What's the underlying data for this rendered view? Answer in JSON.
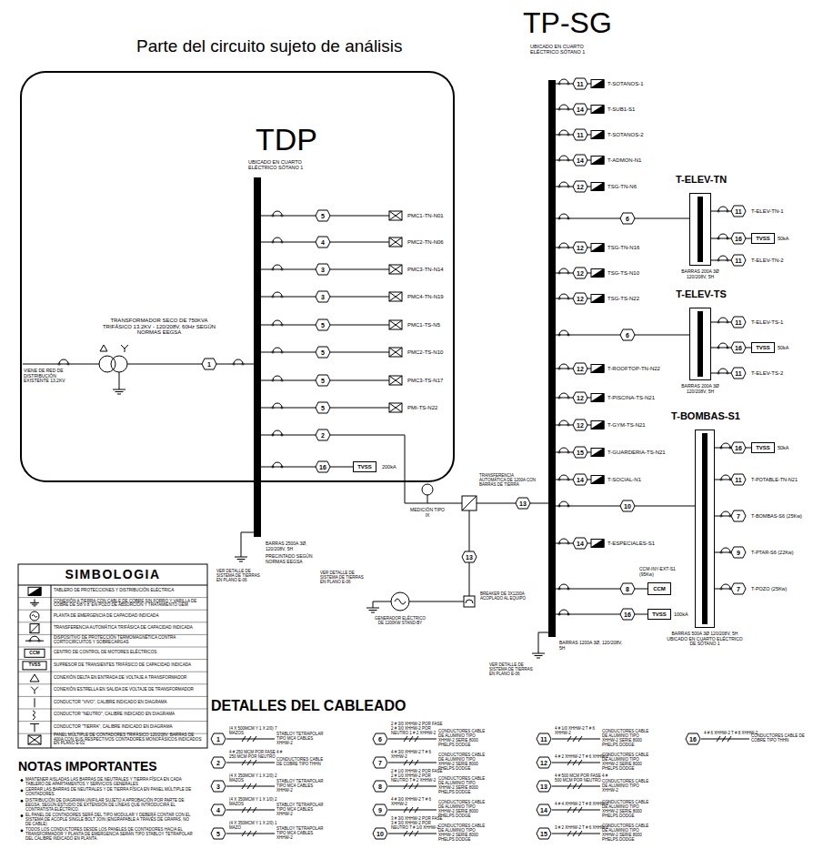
{
  "diagram": {
    "nodes": [
      {
        "text": [
          "Parte del circuito sujeto de análisis"
        ]
      },
      {
        "text": [
          "TDP",
          "UBICADO EN CUARTO ELÉCTRICO SÓTANO 1"
        ],
        "in": 0
      },
      {
        "text": [
          "TVSS"
        ],
        "in": 0
      },
      {
        "text": [
          "TP-SG",
          "UBICADO EN CUARTO ELÉCTRICO SÓTANO 1"
        ]
      },
      {
        "text": [
          "T-ELEV-TN"
        ]
      },
      {
        "text": [
          "TVSS"
        ]
      },
      {
        "text": [
          "T-ELEV-TS"
        ]
      },
      {
        "text": [
          "TVSS"
        ]
      },
      {
        "text": [
          "T-BOMBAS-S1"
        ]
      },
      {
        "text": [
          "TVSS"
        ]
      },
      {
        "text": [
          "CCM"
        ]
      },
      {
        "text": [
          "TVSS"
        ]
      }
    ],
    "edges": [
      {
        "from": 1,
        "to": 3,
        "label": "13",
        "arrow": "none"
      },
      {
        "from": 1,
        "to": 2,
        "label": "16",
        "arrow": "none"
      },
      {
        "from": 3,
        "to": 4,
        "label": "6",
        "arrow": "none"
      },
      {
        "from": 3,
        "to": 6,
        "label": "6",
        "arrow": "none"
      },
      {
        "from": 3,
        "to": 8,
        "label": "10",
        "arrow": "none"
      },
      {
        "from": 3,
        "to": 10,
        "label": "8",
        "arrow": "none"
      },
      {
        "from": 3,
        "to": 11,
        "label": "16",
        "arrow": "none"
      },
      {
        "from": 4,
        "to": 5,
        "label": "16",
        "arrow": "none"
      },
      {
        "from": 6,
        "to": 7,
        "label": "16",
        "arrow": "none"
      },
      {
        "from": 8,
        "to": 9,
        "label": "16",
        "arrow": "none"
      }
    ],
    "labels": [
      "5",
      "PMC1-TN-N01",
      "4",
      "PMC2-TN-N06",
      "3",
      "PMC3-TN-N14",
      "3",
      "PMC4-TN-N19",
      "5",
      "PMC1-TS-N5",
      "5",
      "PMC2-TS-N10",
      "5",
      "PMC3-TS-N17",
      "5",
      "PMI-TS-N22",
      "2",
      "200kA",
      "1",
      "VIENE DE RED DE DISTRIBUCIÓN EXISTENTE 13.2KV",
      "TRANSFORMADOR SECO DE 750KVA TRIFÁSICO 13.2KV - 120/208V, 60Hz SEGÚN NORMAS EEGSA",
      "BARRAS 2500A 3Ø, 120/208V, 5H",
      "PRECINTADO SEGÚN NORMAS EEGSA",
      "VER DETALLE DE SISTEMA DE TIERRAS EN PLANO E-06",
      "MEDICIÓN TIPO IX",
      "TRANSFERENCIA AUTOMÁTICA DE 1200A CON BARRAS DE TIERRA",
      "13",
      "BREAKER DE 3X1200A ACOPLADO AL EQUIPO",
      "GENERADOR ELÉCTRICO DE 1200KW STAND-BY",
      "VER DETALLE DE SISTEMA DE TIERRAS EN PLANO E-06",
      "11",
      "T-SOTANOS-1",
      "14",
      "T-SUB1-S1",
      "11",
      "T-SOTANOS-2",
      "14",
      "T-ADMON-N1",
      "12",
      "TSG-TN-N6",
      "12",
      "TSG-TN-N16",
      "12",
      "TSG-TS-N10",
      "12",
      "TSG-TS-N22",
      "12",
      "T-ROOFTOP-TN-N22",
      "12",
      "T-PISCINA-TS-N21",
      "12",
      "T-GYM-TS-N21",
      "15",
      "T-GUARDERIA-TS-N21",
      "14",
      "T-SOCIAL-N1",
      "14",
      "T-ESPECIALES-S1",
      "CCM-INY-EXT-S1 (95Kw)",
      "100kA",
      "BARRAS 1200A 3Ø, 120/208V, 5H",
      "VER DETALLE DE SISTEMA DE TIERRAS EN PLANO E-06",
      "11",
      "T-ELEV-TN-1",
      "50kA",
      "11",
      "T-ELEV-TN-2",
      "BARRAS 200A 3Ø 120/208V, 5H",
      "11",
      "T-ELEV-TS-1",
      "50kA",
      "11",
      "T-ELEV-TS-2",
      "BARRAS 200A 3Ø 120/208V, 5H",
      "50kA",
      "11",
      "T-POTABLE-TN-N21",
      "7",
      "T-BOMBAS-S6 (25Kw)",
      "9",
      "T-PTAR-S6 (22Kw)",
      "7",
      "T-POZO (25Kw)",
      "BARRAS 500A 3Ø 120/208V, 5H UBICADO EN CUARTO ELÉCTRICO DE SÓTANO 1",
      "SIMBOLOGIA",
      "CCM",
      "TVSS",
      "NOTAS IMPORTANTES",
      "MANTENER AISLADAS LAS BARRAS DE NEUTRALES Y TIERRA FÍSICA EN CADA TABLERO DE APARTAMENTOS Y SERVICIOS GENERALES",
      "CERRAR LAS BARRAS DE NEUTRALES Y DE TIERRA FÍSICA EN PANEL MÚLTIPLE DE CONTADORES.",
      "DISTRIBUCIÓN DE DIAGRAMA UNIFILAR SUJETO A APROBACIÓN POR PARTE DE EEGSA, SEGÚN ESTUDIO DE EXTENSIÓN DE LÍNEAS QUE INTRODUCIRÁ EL CONTRATISTA ELÉCTRICO.",
      "EL PANEL DE CONTADORES SERÁ DEL TIPO MODULAR Y DEBERÁ CONTAR CON EL SISTEMA DE ACOPLE SINGLE BOLT JOIN (ENGRAPABLE A TRAVÉS DE GRAPAS, NO DE CABLE)",
      "TODOS LOS CONDUCTORES DESDE LOS PANELES DE CONTADORES HACIA EL TRANSFORMADOR Y PLANTA DE EMERGENCIA SERÁN TIPO STABLOY TETRAPOLAR DEL CALIBRE INDICADO EN PLANTA.",
      "DETALLES DEL CABLEADO",
      "1",
      "(4 X 500MCM Y 1 X 2/0) 7 MAZOS",
      "STABLOY TETRAPOLAR TIPO MC4 CABLES XHHW-2",
      "2",
      "4 # 250 MCM POR FASE 4 # 250 MCM POR NEUTRO",
      "CONDUCTORES CABLE DE COBRE TIPO THHN",
      "3",
      "(4 X 350MCM Y 1 X 2/0) 2 MAZOS",
      "STABLOY TETRAPOLAR TIPO MC4 CABLES XHHW-2",
      "4",
      "(4 X 350MCM Y 1 X 1/0) 2 MAZOS",
      "STABLOY TETRAPOLAR TIPO MC4 CABLES XHHW-2",
      "5",
      "(4 X 350MCM Y 1 X 2/0) 1 MAZO",
      "STABLOY TETRAPOLAR TIPO MC4 CABLES XHHW-2",
      "6",
      "2 # 3/0 XHHW-2 POR FASE 2 # 3/0 XHHW-2 POR NEUTRO 1 # 2 XHHW-2",
      "CONDUCTORES CABLE DE ALUMINIO TIPO XHHW-2 SERIE 8000 PHELPS DODGE",
      "7",
      "4 # 3/0 XHHW-2 T # 6 XHHW-2",
      "CONDUCTORES CABLE DE ALUMINIO TIPO XHHW-2 SERIE 8000 PHELPS DODGE",
      "8",
      "2 # 1/0 XHHW-2 POR FASE 2 # 1/0 XHHW-2 POR NEUTRO T # 2 XHHW-2",
      "CONDUCTORES CABLE DE ALUMINIO TIPO XHHW-2 SERIE 8000 PHELPS DODGE",
      "9",
      "4 # 3/0 XHHW-2 T # 6 XHHW-2",
      "CONDUCTORES CABLE DE ALUMINIO TIPO XHHW-2 SERIE 8000 PHELPS DODGE",
      "10",
      "3 # 3/0 XHHW-2 POR FASE 3 # 3/0 XHHW-2 POR NEUTRO T # 1/0 XHHW-2",
      "CONDUCTORES CABLE DE ALUMINIO TIPO XHHW-2 SERIE 8000 PHELPS DODGE",
      "11",
      "4 # 1/0 XHHW-2 T # 6 XHHW-2",
      "CONDUCTORES CABLE DE ALUMINIO TIPO XHHW-2 SERIE 8000 PHELPS DODGE",
      "12",
      "4 # 2 XHHW-2 T # 6 XHHW-2",
      "CONDUCTORES CABLE DE ALUMINIO TIPO XHHW-2 SERIE 8000 PHELPS DODGE",
      "13",
      "4 # 500 MCM POR FASE 4 # 500 MCM POR NEUTRO",
      "CONDUCTORES CABLE DE ALUMINIO TIPO XHHW-2",
      "14",
      "4 # 4 XHHW-2 T # 8 XHHW-2",
      "CONDUCTORES CABLE DE ALUMINIO TIPO XHHW-2 SERIE 8000 PHELPS DODGE",
      "15",
      "3 # 2 XHHW-2 T # 6 XHHW-2",
      "CONDUCTORES CABLE DE ALUMINIO TIPO XHHW-2 SERIE 8000 PHELPS DODGE",
      "16",
      "4 # 6 XHHW-2 T # 8 XHHW-2",
      "CONDUCTORES CABLE DE COBRE TIPO THHN"
    ],
    "legend": [
      {
        "text": "TABLERO DE PROTECCIONES Y DISTRIBUCIÓN ELÉCTRICA"
      },
      {
        "text": "CONEXIÓN A TIERRA CON CABLE DE COBRE SIN FORRO Y VARILLA DE COBRE DE 5/8\"x 8' EN POZO DE ABSORCIÓN Y TRATAMIENTO GEM"
      },
      {
        "text": "PLANTA DE EMERGENCIA DE CAPACIDAD INDICADA"
      },
      {
        "text": "TRANSFERENCIA AUTOMÁTICA TRIFÁSICA DE CAPACIDAD INDICADA"
      },
      {
        "text": "DISPOSITIVO DE PROTECCIÓN TERMOMAGNÉTICA CONTRA CORTOCIRCUITOS Y SOBRECARGAS"
      },
      {
        "text": "CENTRO DE CONTROL DE MOTORES ELÉCTRICOS"
      },
      {
        "text": "SUPRESOR DE TRANSIENTES TRIFÁSICO DE CAPACIDAD INDICADA"
      },
      {
        "text": "CONEXIÓN DELTA EN ENTRADA DE VOLTAJE A TRANSFORMADOR"
      },
      {
        "text": "CONEXIÓN ESTRELLA EN SALIDA DE VOLTAJE DE TRANSFORMADOR"
      },
      {
        "text": "CONDUCTOR \"VIVO\", CALIBRE INDICADO EN DIAGRAMA"
      },
      {
        "text": "CONDUCTOR \"NEUTRO\", CALIBRE INDICADO EN DIAGRAMA"
      },
      {
        "text": "CONDUCTOR \"TIERRA\", CALIBRE INDICADO EN DIAGRAMA"
      },
      {
        "text": "PANEL MÚLTIPLE DE CONTADORES TRIFÁSICO 120/208V, BARRAS DE 400A CON SUS RESPECTIVOS CONTADORES MONOFÁSICOS INDICADOS EN PLANO E-02"
      }
    ]
  }
}
